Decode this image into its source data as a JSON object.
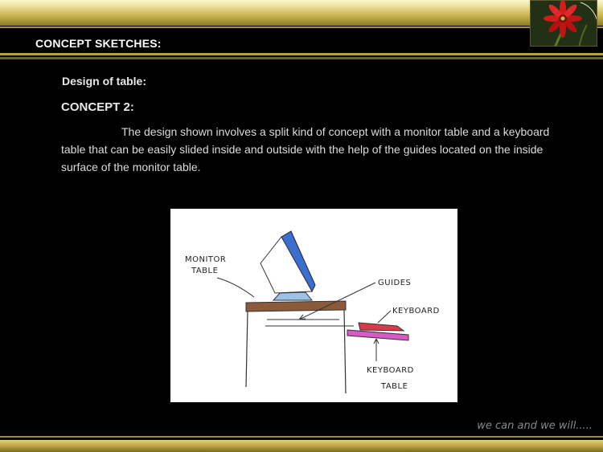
{
  "header": {
    "title": "CONCEPT SKETCHES:"
  },
  "logo": {
    "icon": "red-flower-icon"
  },
  "content": {
    "subheading": "Design of table:",
    "concept_title": "CONCEPT 2:",
    "paragraph": "The design shown involves a split kind of concept with a monitor table and a keyboard table that can be easily slided inside and outside with the help of the guides located on the inside surface of the monitor table."
  },
  "sketch": {
    "labels": {
      "monitor_line1": "MONITOR",
      "monitor_line2": "TABLE",
      "guides": "GUIDES",
      "keyboard": "KEYBOARD",
      "keyboard_table_line1": "KEYBOARD",
      "keyboard_table_line2": "TABLE"
    }
  },
  "footer": {
    "tagline": "we can and we will....."
  },
  "colors": {
    "gold_band": "#c8b450",
    "background": "#000000",
    "monitor_blue": "#3a6fd0",
    "table_brown": "#8a5a3a",
    "keyboard_red": "#d93a4a",
    "keyboard_table_pink": "#d65ac8"
  }
}
